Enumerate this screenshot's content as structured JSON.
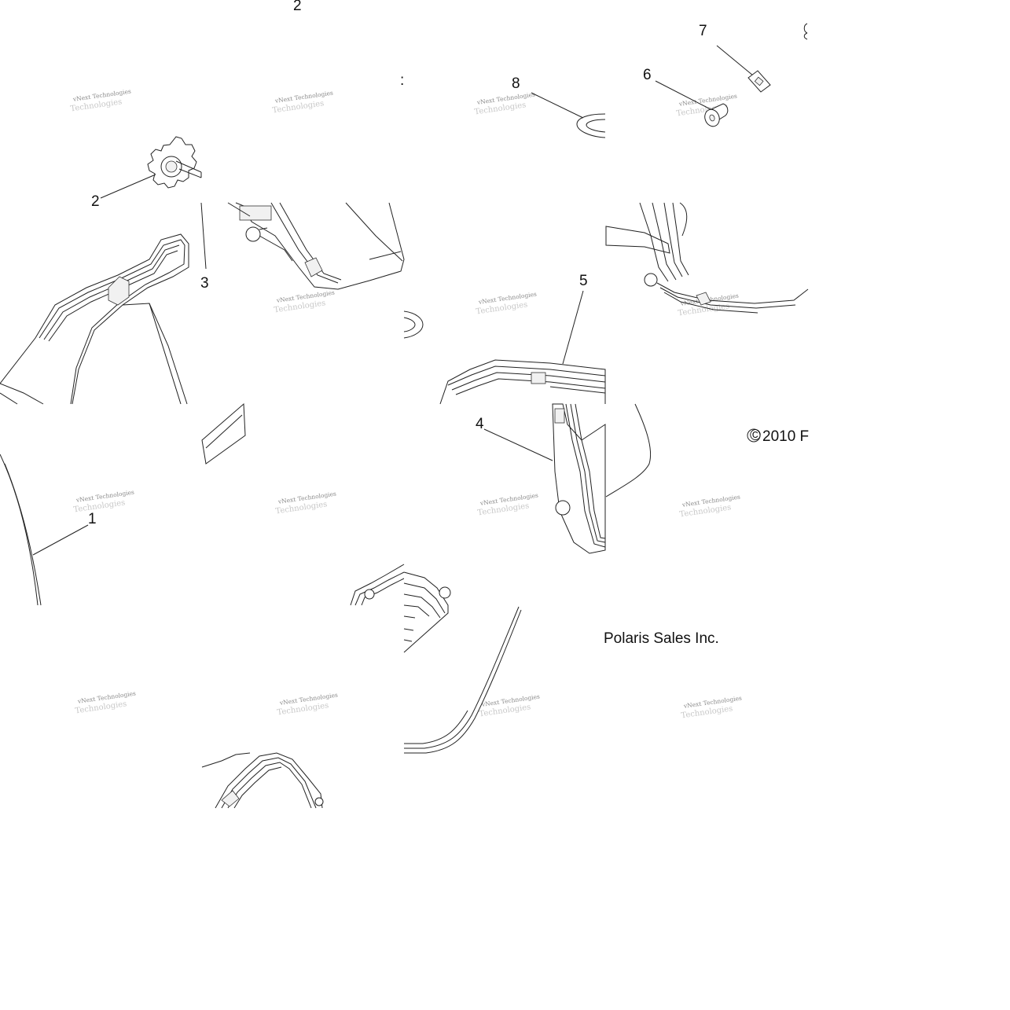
{
  "callouts": {
    "c1": "1",
    "c2": "2",
    "c3": "3",
    "c4": "4",
    "c5": "5",
    "c6": "6",
    "c7": "7",
    "c8": "8"
  },
  "watermark": {
    "line1": "vNext Technologies",
    "faint": "Technologies"
  },
  "copyright": {
    "symbol": "©",
    "part1": "2010 F",
    "part2": "Polaris Sales Inc."
  }
}
